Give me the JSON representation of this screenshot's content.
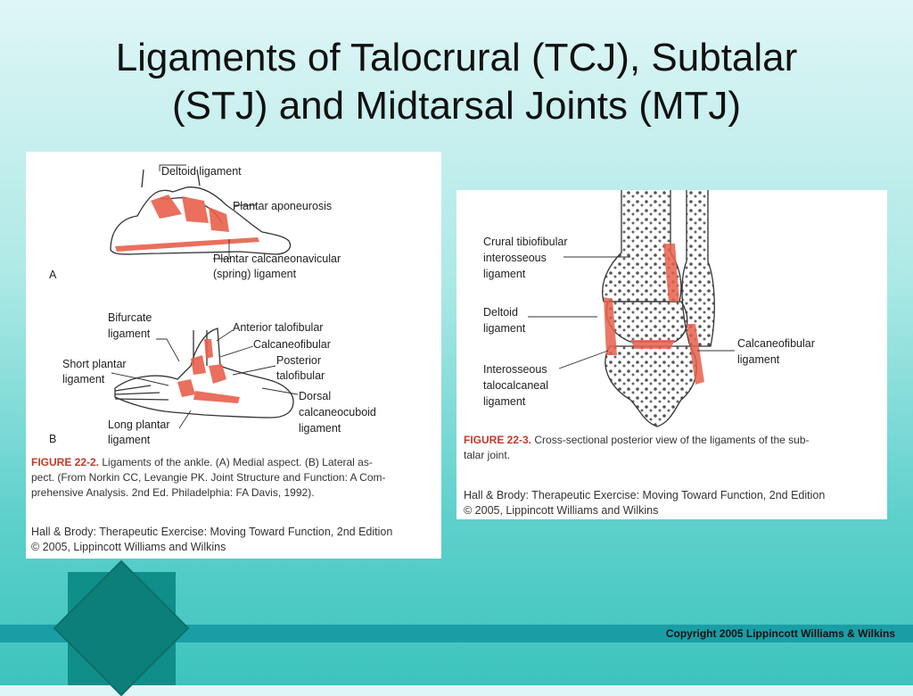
{
  "slide": {
    "title_line1": "Ligaments of Talocrural (TCJ), Subtalar",
    "title_line2": "(STJ) and Midtarsal Joints (MTJ)",
    "copyright": "Copyright 2005 Lippincott Williams & Wilkins"
  },
  "figure_left": {
    "labels": {
      "deltoid": "Deltoid ligament",
      "plantar_aponeurosis": "Plantar aponeurosis",
      "spring_1": "Plantar calcaneonavicular",
      "spring_2": "(spring) ligament",
      "panel_a": "A",
      "bifurcate_1": "Bifurcate",
      "bifurcate_2": "ligament",
      "ant_talofibular": "Anterior talofibular",
      "calcaneofibular": "Calcaneofibular",
      "post_talofibular_1": "Posterior",
      "post_talofibular_2": "talofibular",
      "short_plantar_1": "Short plantar",
      "short_plantar_2": "ligament",
      "dorsal_1": "Dorsal",
      "dorsal_2": "calcaneocuboid",
      "dorsal_3": "ligament",
      "long_plantar_1": "Long plantar",
      "long_plantar_2": "ligament",
      "panel_b": "B"
    },
    "caption": {
      "fig_num": "FIGURE 22-2.",
      "line1": "Ligaments of the ankle. (A) Medial aspect. (B) Lateral as-",
      "line2": "pect. (From Norkin CC, Levangie PK. Joint Structure and Function: A Com-",
      "line3": "prehensive Analysis. 2nd Ed. Philadelphia: FA Davis, 1992)."
    },
    "credit_line1": "Hall & Brody: Therapeutic Exercise: Moving Toward Function, 2nd Edition",
    "credit_line2": "© 2005, Lippincott Williams and Wilkins"
  },
  "figure_right": {
    "labels": {
      "crural_1": "Crural tibiofibular",
      "crural_2": "interosseous",
      "crural_3": "ligament",
      "deltoid_1": "Deltoid",
      "deltoid_2": "ligament",
      "interosseous_1": "Interosseous",
      "interosseous_2": "talocalcaneal",
      "interosseous_3": "ligament",
      "calcaneofibular_1": "Calcaneofibular",
      "calcaneofibular_2": "ligament"
    },
    "caption": {
      "fig_num": "FIGURE 22-3.",
      "line1": "Cross-sectional posterior view of the ligaments of the sub-",
      "line2": "talar joint."
    },
    "credit_line1": "Hall & Brody: Therapeutic Exercise: Moving Toward Function, 2nd Edition",
    "credit_line2": "© 2005, Lippincott Williams and Wilkins"
  },
  "colors": {
    "ligament": "#e8604c",
    "band": "#1a9ea6",
    "diamond": "#0c7f7a"
  }
}
